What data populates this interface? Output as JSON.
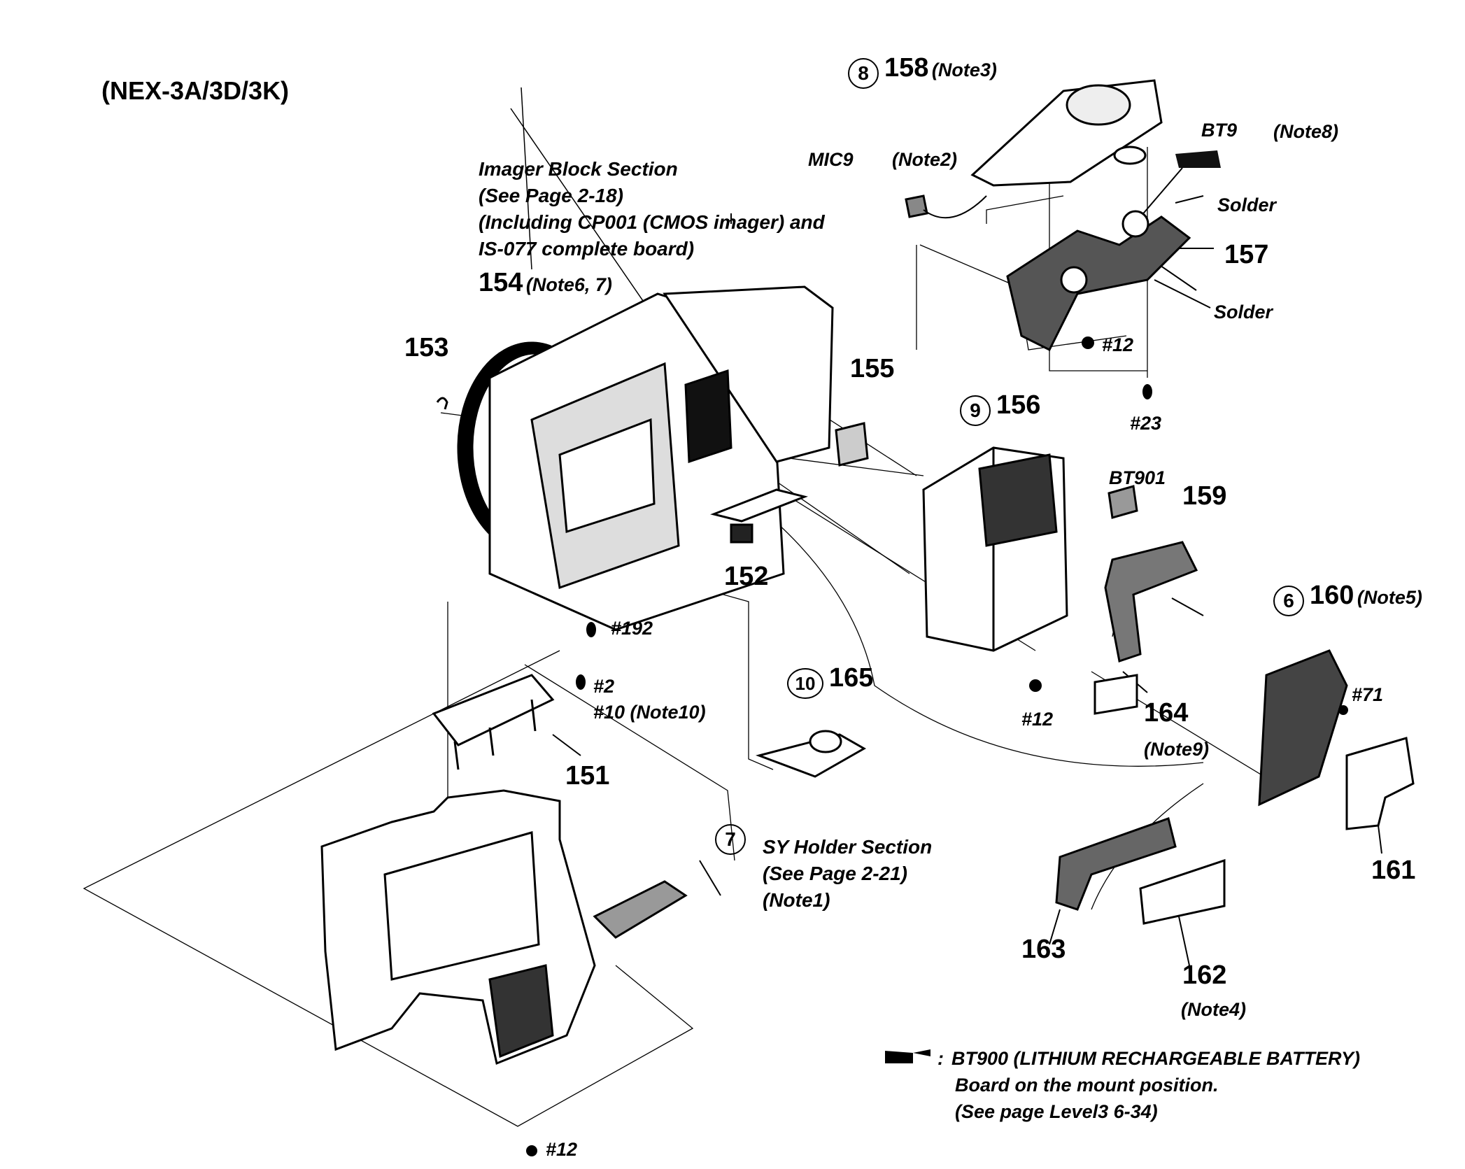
{
  "title": "(NEX-3A/3D/3K)",
  "callouts": {
    "imager_block": [
      "Imager Block Section",
      "(See Page 2-18)",
      "(Including CP001 (CMOS imager) and",
      "IS-077 complete board)"
    ],
    "sy_holder": [
      "SY Holder Section",
      "(See Page 2-21)",
      "(Note1)"
    ]
  },
  "parts": {
    "p151": "151",
    "p152": "152",
    "p153": "153",
    "p154": "154",
    "p155": "155",
    "p156": "156",
    "p157": "157",
    "p158": "158",
    "p159": "159",
    "p160": "160",
    "p161": "161",
    "p162": "162",
    "p163": "163",
    "p164": "164",
    "p165": "165"
  },
  "notes": {
    "n154": "(Note6, 7)",
    "n158": "(Note3)",
    "n160": "(Note5)",
    "n164": "(Note9)",
    "n162": "(Note4)",
    "mic9": "(Note2)",
    "bt9": "(Note8)",
    "s10": "#10 (Note10)"
  },
  "circled": {
    "c8": "8",
    "c9": "9",
    "c6": "6",
    "c10": "10",
    "c7": "7"
  },
  "components": {
    "mic9": "MIC9",
    "bt9": "BT9",
    "bt901": "BT901",
    "solder1": "Solder",
    "solder2": "Solder"
  },
  "screws": {
    "s12_top": "#12",
    "s23": "#23",
    "s192": "#192",
    "s2": "#2",
    "s12_mid": "#12",
    "s71": "#71",
    "s12_bot": "#12"
  },
  "legend": [
    "BT900 (LITHIUM RECHARGEABLE BATTERY)",
    "Board on the mount position.",
    "(See page Level3 6-34)"
  ],
  "legend_sep": ":"
}
